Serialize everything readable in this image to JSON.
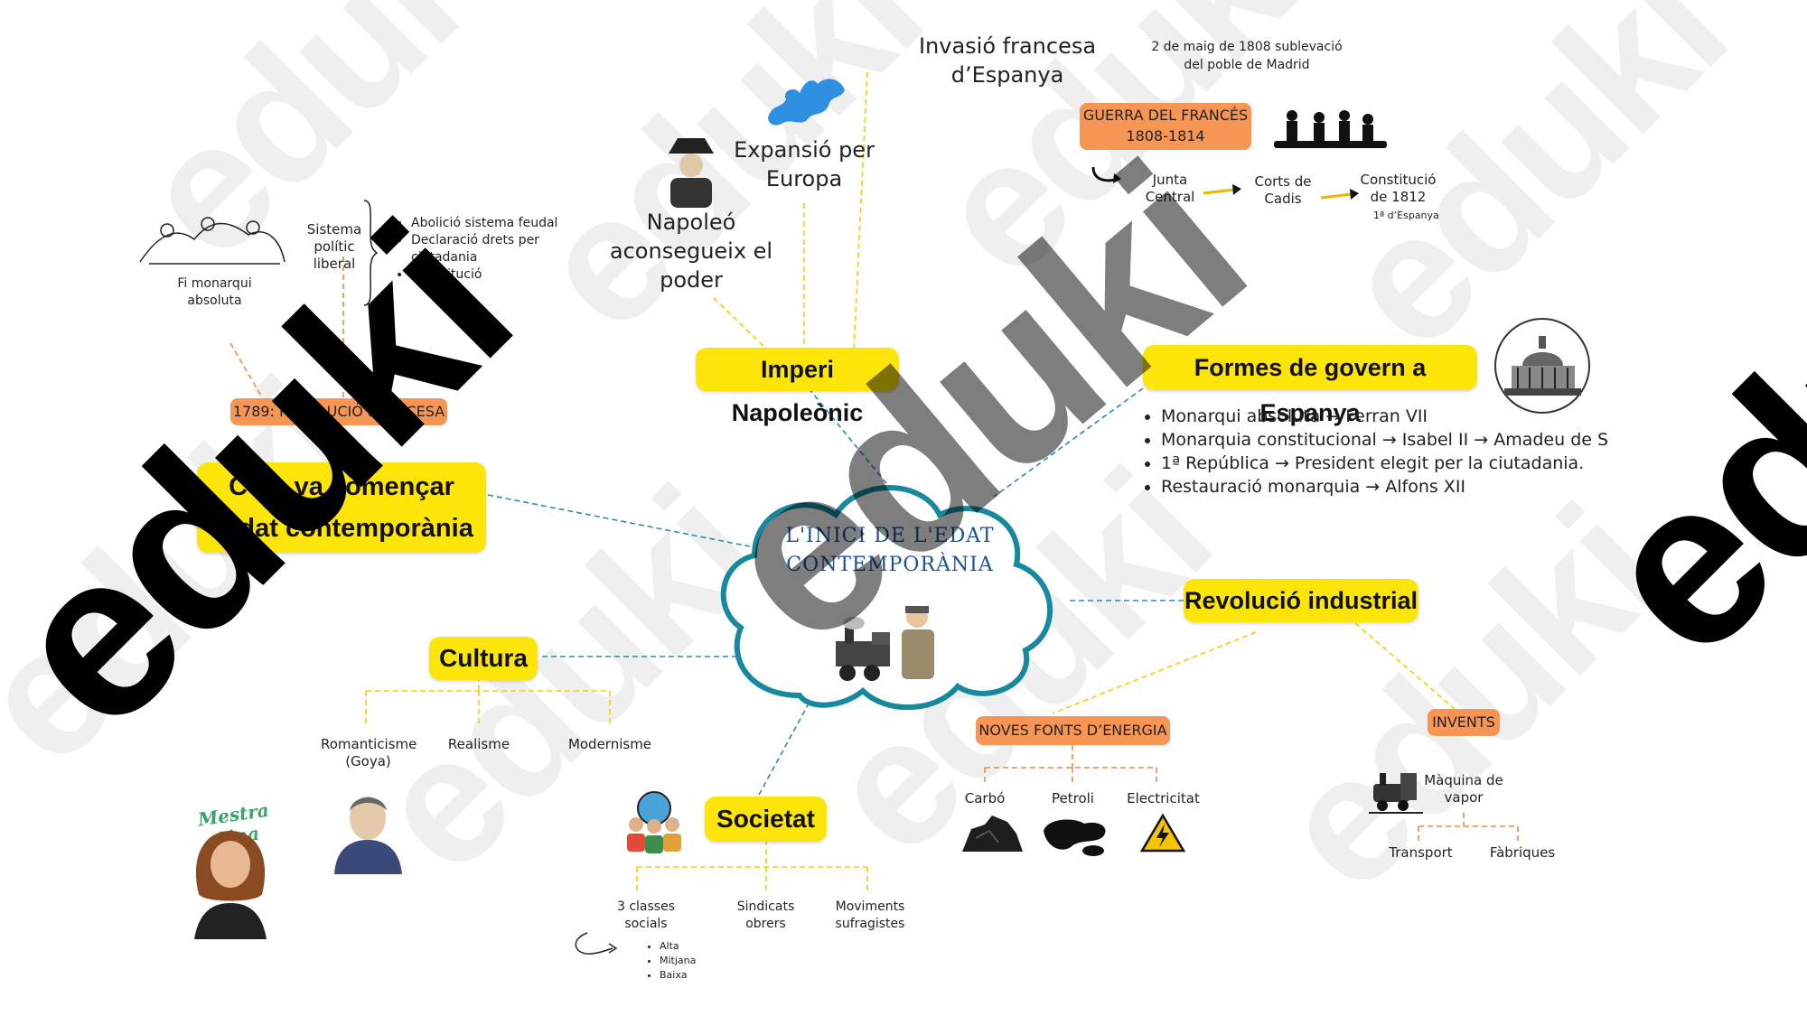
{
  "center": {
    "title_line1": "L'INICI DE L'EDAT",
    "title_line2": "CONTEMPORÀNIA"
  },
  "nodes": {
    "imperi": "Imperi Napoleònic",
    "formes": "Formes de govern a Espanya",
    "com_va": "Com va començar l’edat contemporània",
    "cultura": "Cultura",
    "revolucio_industrial": "Revolució industrial",
    "societat": "Societat"
  },
  "imperi_branch": {
    "invasio": "Invasió francesa d’Espanya",
    "expansio": "Expansió per Europa",
    "napoleo": "Napoleó aconsegueix el poder"
  },
  "guerra": {
    "sublevacio": "2 de maig de 1808 sublevació del poble de Madrid",
    "title_line1": "GUERRA DEL FRANCÉS",
    "title_line2": "1808-1814",
    "junta": "Junta Central",
    "corts": "Corts de Cadis",
    "constitucio": "Constitució de 1812",
    "constitucio_note": "1ª d’Espanya"
  },
  "formes_list": [
    "Monarqui absoluta → Ferran VII",
    "Monarquia constitucional → Isabel II → Amadeu de S",
    "1ª República → President elegit per la ciutadania.",
    "Restauració monarquia → Alfons XII"
  ],
  "revolucio_francesa": {
    "label": "1789: REVOLUCIÓ FRANCESA",
    "fi_monarquia": "Fi monarqui absoluta",
    "sistema": "Sistema polític liberal",
    "items": [
      "Abolició sistema feudal",
      "Declaració drets per ciutadania",
      "Constitució"
    ]
  },
  "industrial": {
    "noves_fonts": "NOVES FONTS D’ENERGIA",
    "invents": "INVENTS",
    "carbo": "Carbó",
    "petroli": "Petroli",
    "electricitat": "Electricitat",
    "maquina": "Màquina de vapor",
    "transport": "Transport",
    "fabriques": "Fàbriques"
  },
  "cultura_branch": {
    "romanticisme": "Romanticisme (Goya)",
    "realisme": "Realisme",
    "modernisme": "Modernisme"
  },
  "societat_branch": {
    "classes": "3 classes socials",
    "sindicats": "Sindicats obrers",
    "moviments": "Moviments sufragistes",
    "class_items": [
      "Alta",
      "Mitjana",
      "Baixa"
    ]
  },
  "author": {
    "signature": "Mestra Aina"
  },
  "watermark": {
    "word": "eduki"
  },
  "colors": {
    "yellow": "#fde50a",
    "orange": "#f79654",
    "cloud": "#17899e",
    "blue_line": "#2a8fa3",
    "yellow_line": "#f5d000",
    "orange_line": "#f08a48"
  }
}
